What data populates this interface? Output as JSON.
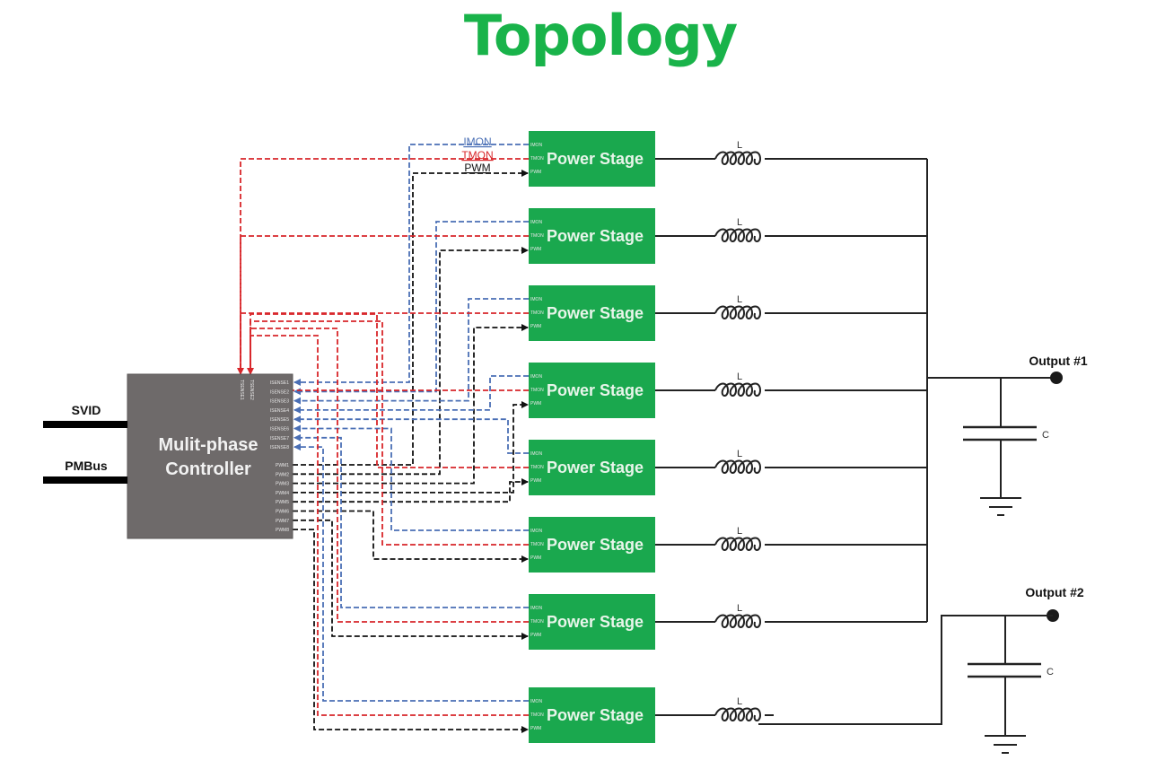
{
  "title": "Topology",
  "colors": {
    "title": "#19b34a",
    "power_stage": "#1aa84e",
    "controller": "#6e6a6a",
    "imon": "#4a6fb5",
    "tmon": "#d8262a",
    "pwm": "#111111",
    "wire": "#222222"
  },
  "controller": {
    "line1": "Mulit-phase",
    "line2": "Controller",
    "tsense_pins": [
      "TSENSE1",
      "TSENSE2"
    ],
    "isense_pins": [
      "ISENSE1",
      "ISENSE2",
      "ISENSE3",
      "ISENSE4",
      "ISENSE5",
      "ISENSE6",
      "ISENSE7",
      "ISENSE8"
    ],
    "pwm_pins": [
      "PWM1",
      "PWM2",
      "PWM3",
      "PWM4",
      "PWM5",
      "PWM6",
      "PWM7",
      "PWM8"
    ]
  },
  "buses": [
    {
      "label": "SVID"
    },
    {
      "label": "PMBus"
    }
  ],
  "signal_legend": {
    "imon": "IMON",
    "tmon": "TMON",
    "pwm": "PWM"
  },
  "power_stage": {
    "label": "Power Stage",
    "pins": [
      "IMON",
      "TMON",
      "PWM"
    ]
  },
  "phases": [
    {
      "id": 1,
      "inductor": "L",
      "output": 1
    },
    {
      "id": 2,
      "inductor": "L",
      "output": 1
    },
    {
      "id": 3,
      "inductor": "L",
      "output": 1
    },
    {
      "id": 4,
      "inductor": "L",
      "output": 1
    },
    {
      "id": 5,
      "inductor": "L",
      "output": 1
    },
    {
      "id": 6,
      "inductor": "L",
      "output": 1
    },
    {
      "id": 7,
      "inductor": "L",
      "output": 1
    },
    {
      "id": 8,
      "inductor": "L",
      "output": 2
    }
  ],
  "outputs": [
    {
      "label": "Output #1",
      "capacitor": "C"
    },
    {
      "label": "Output #2",
      "capacitor": "C"
    }
  ]
}
